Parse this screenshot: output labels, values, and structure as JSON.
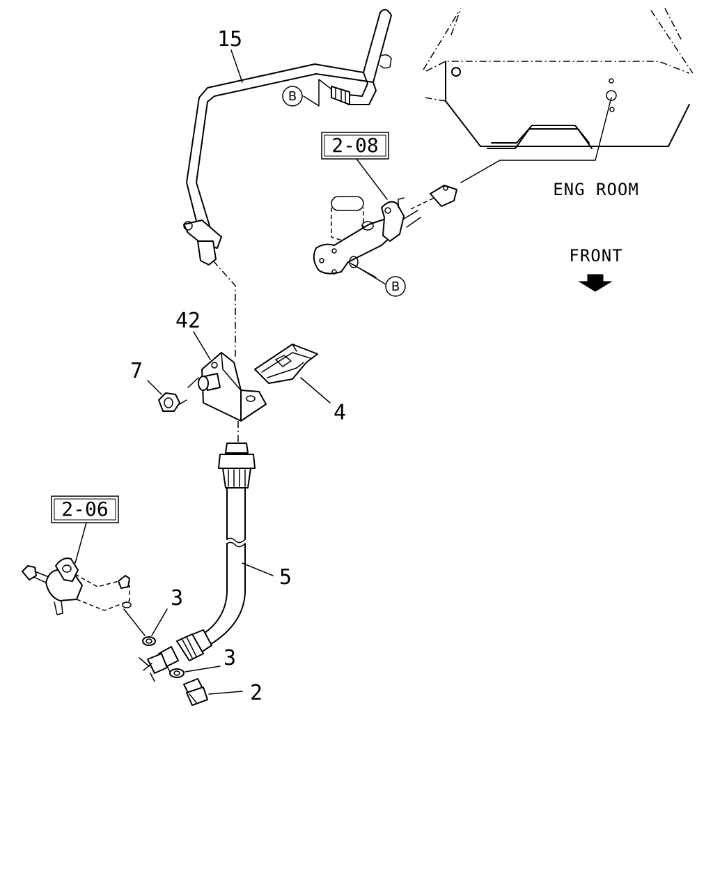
{
  "callouts": {
    "c15": "15",
    "c42": "42",
    "c7": "7",
    "c4": "4",
    "c5": "5",
    "c3a": "3",
    "c3b": "3",
    "c2": "2"
  },
  "references": {
    "ref_208": "2-08",
    "ref_206": "2-06"
  },
  "connectors": {
    "b_upper": "B",
    "b_lower": "B"
  },
  "annotations": {
    "eng_room": "ENG ROOM",
    "front": "FRONT"
  },
  "icons": {
    "front_arrow": "arrow-down-icon"
  }
}
